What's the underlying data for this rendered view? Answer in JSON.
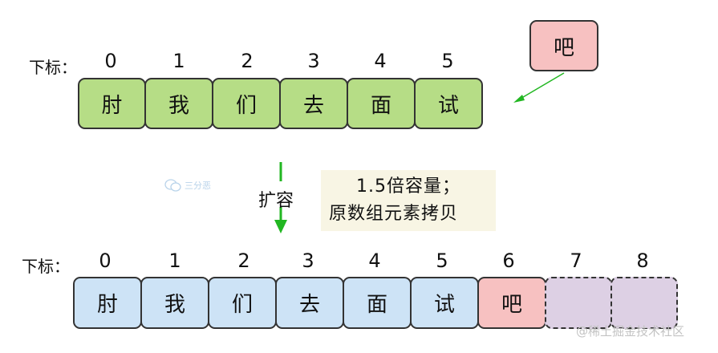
{
  "top": {
    "index_label": "下标：",
    "indices": [
      "0",
      "1",
      "2",
      "3",
      "4",
      "5"
    ],
    "cells": [
      "肘",
      "我",
      "们",
      "去",
      "面",
      "试"
    ],
    "new_element": "吧"
  },
  "middle": {
    "expand_label": "扩容",
    "note_line1": "1.5倍容量；",
    "note_line2": "原数组元素拷贝"
  },
  "bottom": {
    "index_label": "下标：",
    "indices": [
      "0",
      "1",
      "2",
      "3",
      "4",
      "5",
      "6",
      "7",
      "8"
    ],
    "cells": [
      "肘",
      "我",
      "们",
      "去",
      "面",
      "试",
      "吧"
    ]
  },
  "watermark": {
    "text": "@稀土掘金技术社区",
    "logo_text": "三分恶"
  },
  "colors": {
    "green_cell": "#b6dd86",
    "blue_cell": "#cde3f6",
    "pink_cell": "#f7c1c1",
    "empty_cell": "#ddd0e4",
    "arrow": "#22b722"
  }
}
